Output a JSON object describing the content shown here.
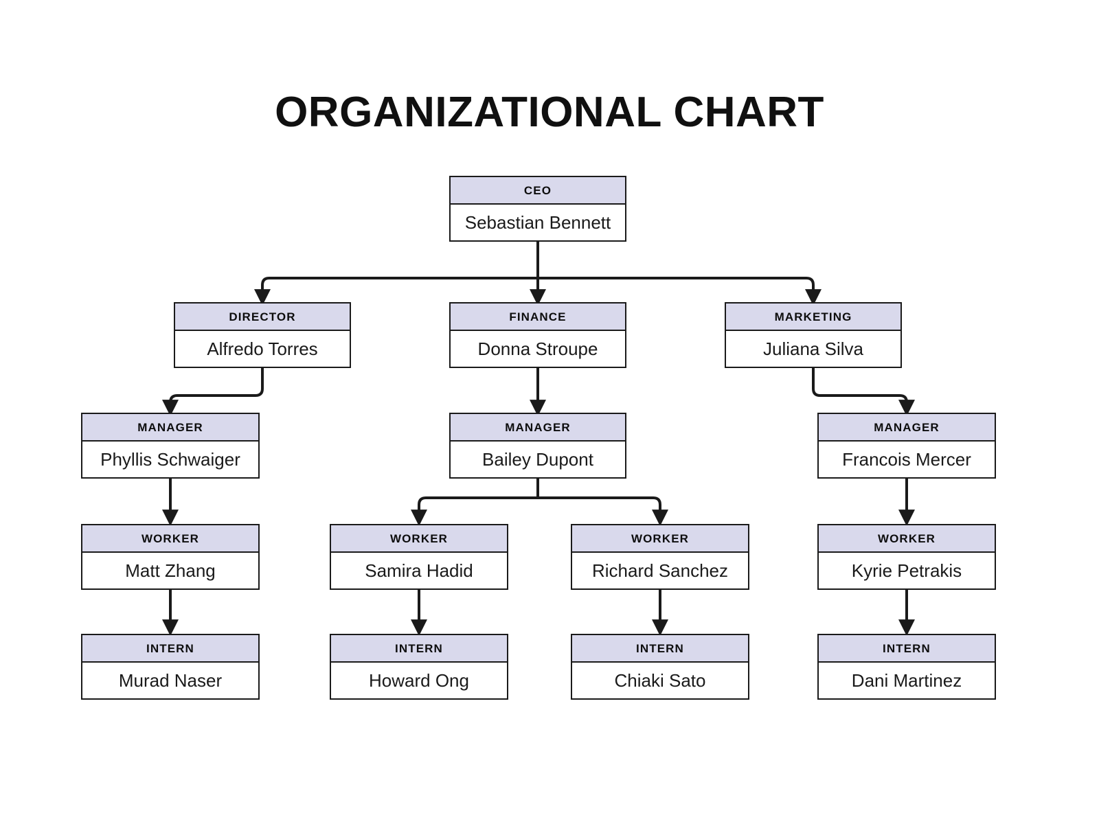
{
  "page": {
    "title": "ORGANIZATIONAL CHART",
    "background_color": "#ffffff",
    "header_fill_color": "#d9d9ec",
    "body_fill_color": "#ffffff",
    "border_color": "#1a1a1a",
    "text_color": "#1a1a1a"
  },
  "chart_data": {
    "type": "diagram",
    "subtype": "org-chart",
    "title": "ORGANIZATIONAL CHART",
    "levels": [
      "CEO",
      "DIRECTOR/FINANCE/MARKETING",
      "MANAGER",
      "WORKER",
      "INTERN"
    ],
    "nodes": [
      {
        "id": "ceo",
        "role": "CEO",
        "name": "Sebastian Bennett",
        "parent": null
      },
      {
        "id": "director",
        "role": "DIRECTOR",
        "name": "Alfredo Torres",
        "parent": "ceo"
      },
      {
        "id": "finance",
        "role": "FINANCE",
        "name": "Donna Stroupe",
        "parent": "ceo"
      },
      {
        "id": "marketing",
        "role": "MARKETING",
        "name": "Juliana Silva",
        "parent": "ceo"
      },
      {
        "id": "manager1",
        "role": "MANAGER",
        "name": "Phyllis Schwaiger",
        "parent": "director"
      },
      {
        "id": "manager2",
        "role": "MANAGER",
        "name": "Bailey Dupont",
        "parent": "finance"
      },
      {
        "id": "manager3",
        "role": "MANAGER",
        "name": "Francois Mercer",
        "parent": "marketing"
      },
      {
        "id": "worker1",
        "role": "WORKER",
        "name": "Matt Zhang",
        "parent": "manager1"
      },
      {
        "id": "worker2",
        "role": "WORKER",
        "name": "Samira Hadid",
        "parent": "manager2"
      },
      {
        "id": "worker3",
        "role": "WORKER",
        "name": "Richard Sanchez",
        "parent": "manager2"
      },
      {
        "id": "worker4",
        "role": "WORKER",
        "name": "Kyrie Petrakis",
        "parent": "manager3"
      },
      {
        "id": "intern1",
        "role": "INTERN",
        "name": "Murad Naser",
        "parent": "worker1"
      },
      {
        "id": "intern2",
        "role": "INTERN",
        "name": "Howard Ong",
        "parent": "worker2"
      },
      {
        "id": "intern3",
        "role": "INTERN",
        "name": "Chiaki Sato",
        "parent": "worker3"
      },
      {
        "id": "intern4",
        "role": "INTERN",
        "name": "Dani Martinez",
        "parent": "worker4"
      }
    ]
  },
  "nodes": {
    "ceo": {
      "role": "CEO",
      "name": "Sebastian Bennett"
    },
    "director": {
      "role": "DIRECTOR",
      "name": "Alfredo Torres"
    },
    "finance": {
      "role": "FINANCE",
      "name": "Donna Stroupe"
    },
    "marketing": {
      "role": "MARKETING",
      "name": "Juliana Silva"
    },
    "manager1": {
      "role": "MANAGER",
      "name": "Phyllis Schwaiger"
    },
    "manager2": {
      "role": "MANAGER",
      "name": "Bailey Dupont"
    },
    "manager3": {
      "role": "MANAGER",
      "name": "Francois Mercer"
    },
    "worker1": {
      "role": "WORKER",
      "name": "Matt Zhang"
    },
    "worker2": {
      "role": "WORKER",
      "name": "Samira Hadid"
    },
    "worker3": {
      "role": "WORKER",
      "name": "Richard Sanchez"
    },
    "worker4": {
      "role": "WORKER",
      "name": "Kyrie Petrakis"
    },
    "intern1": {
      "role": "INTERN",
      "name": "Murad Naser"
    },
    "intern2": {
      "role": "INTERN",
      "name": "Howard Ong"
    },
    "intern3": {
      "role": "INTERN",
      "name": "Chiaki Sato"
    },
    "intern4": {
      "role": "INTERN",
      "name": "Dani Martinez"
    }
  }
}
